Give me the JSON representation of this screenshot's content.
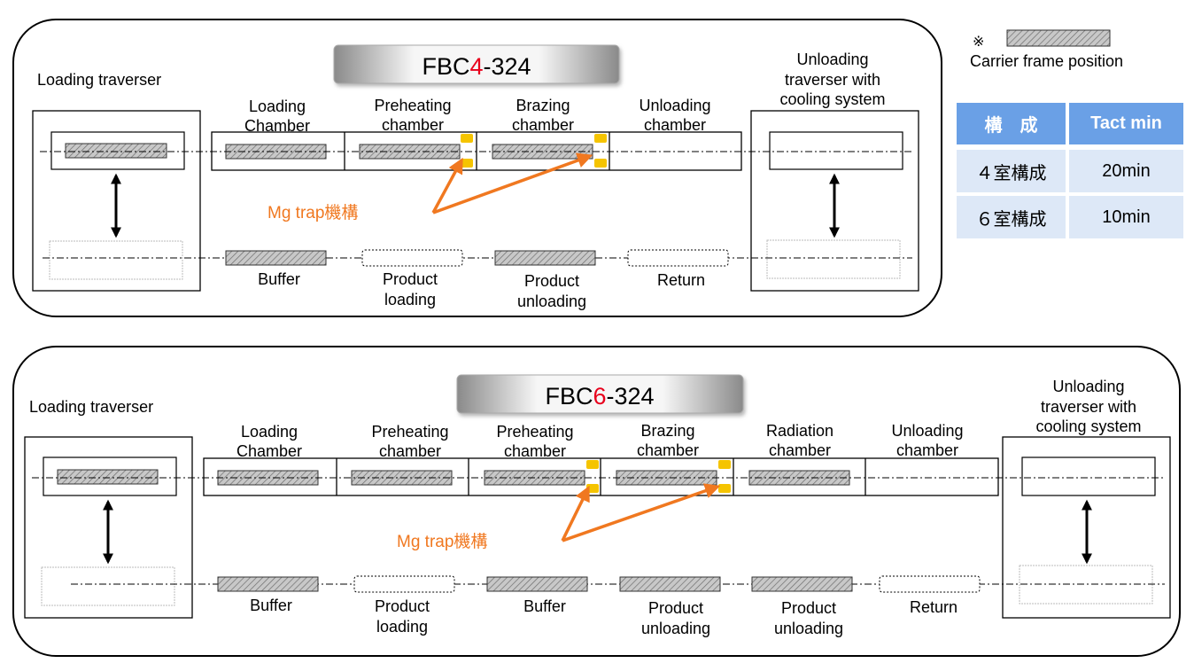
{
  "legend": {
    "mark": "※",
    "label": "Carrier frame position"
  },
  "trap_label": "Mg trap機構",
  "panel1": {
    "title_prefix": "FBC",
    "title_num": "4",
    "title_suffix": "-324",
    "loading_traverser": "Loading traverser",
    "unloading_traverser": [
      "Unloading",
      "traverser with",
      "cooling system"
    ],
    "chambers": [
      [
        "Loading",
        "Chamber"
      ],
      [
        "Preheating",
        "chamber"
      ],
      [
        "Brazing",
        "chamber"
      ],
      [
        "Unloading",
        "chamber"
      ]
    ],
    "bottom": [
      [
        "Buffer"
      ],
      [
        "Product",
        "loading"
      ],
      [
        "Product",
        "unloading"
      ],
      [
        "Return"
      ]
    ]
  },
  "panel2": {
    "title_prefix": "FBC",
    "title_num": "6",
    "title_suffix": "-324",
    "loading_traverser": "Loading traverser",
    "unloading_traverser": [
      "Unloading",
      "traverser with",
      "cooling system"
    ],
    "chambers": [
      [
        "Loading",
        "Chamber"
      ],
      [
        "Preheating",
        "chamber"
      ],
      [
        "Preheating",
        "chamber"
      ],
      [
        "Brazing",
        "chamber"
      ],
      [
        "Radiation",
        "chamber"
      ],
      [
        "Unloading",
        "chamber"
      ]
    ],
    "bottom": [
      [
        "Buffer"
      ],
      [
        "Product",
        "loading"
      ],
      [
        "Buffer"
      ],
      [
        "Product",
        "unloading"
      ],
      [
        "Product",
        "unloading"
      ],
      [
        "Return"
      ]
    ]
  },
  "table": {
    "headers": [
      "構　成",
      "Tact  min"
    ],
    "rows": [
      [
        "４室構成",
        "20min"
      ],
      [
        "６室構成",
        "10min"
      ]
    ],
    "header_color": "#6aa0e6",
    "row_color": "#dde8f7"
  },
  "colors": {
    "accent": "#e8001c",
    "trap": "#f5c400",
    "arrow": "#f07820",
    "trap_text": "#f07820"
  }
}
